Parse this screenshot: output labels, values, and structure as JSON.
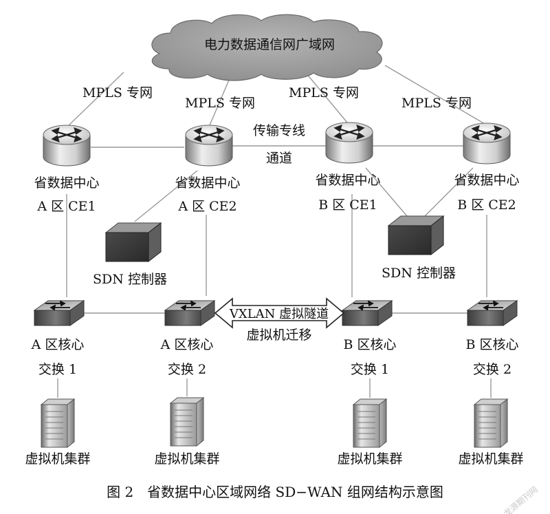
{
  "cloud": {
    "label": "电力数据通信网广域网"
  },
  "links": {
    "mpls": [
      "MPLS 专网",
      "MPLS 专网",
      "MPLS 专网",
      "MPLS 专网"
    ],
    "transport_line1": "传输专线",
    "transport_line2": "通道",
    "vxlan": "VXLAN 虚拟隧道",
    "vm_migration": "虚拟机迁移"
  },
  "routers": [
    {
      "line1": "省数据中心",
      "line2": "A 区 CE1"
    },
    {
      "line1": "省数据中心",
      "line2": "A 区 CE2"
    },
    {
      "line1": "省数据中心",
      "line2": "B 区 CE1"
    },
    {
      "line1": "省数据中心",
      "line2": "B 区 CE2"
    }
  ],
  "controllers": [
    {
      "label": "SDN 控制器"
    },
    {
      "label": "SDN 控制器"
    }
  ],
  "switches": [
    {
      "line1": "A 区核心",
      "line2": "交换 1"
    },
    {
      "line1": "A 区核心",
      "line2": "交换 2"
    },
    {
      "line1": "B 区核心",
      "line2": "交换 1"
    },
    {
      "line1": "B 区核心",
      "line2": "交换 2"
    }
  ],
  "clusters": [
    {
      "label": "虚拟机集群"
    },
    {
      "label": "虚拟机集群"
    },
    {
      "label": "虚拟机集群"
    },
    {
      "label": "虚拟机集群"
    }
  ],
  "caption": "图 2　省数据中心区域网络 SD−WAN 组网结构示意图",
  "watermark": "龙源期刊网"
}
